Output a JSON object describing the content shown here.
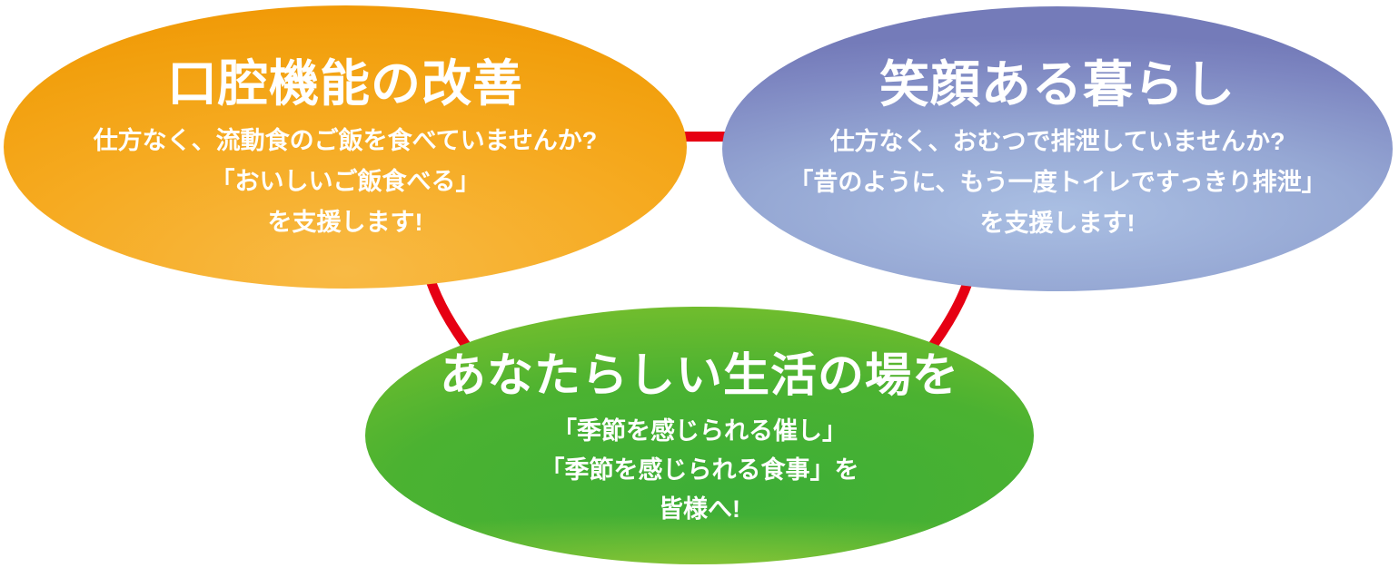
{
  "diagram": {
    "description": "Three care-support concept bubbles linked by a red ring",
    "colors": {
      "ring_red": "#e60013",
      "orange_main": "#f5a71d",
      "orange_edge": "#ef9300",
      "orange_highlight": "#f8ba45",
      "blue_main": "#8c9ccd",
      "blue_edge": "#747bb9",
      "blue_highlight": "#aabfe3",
      "green_main": "#4bb231",
      "green_edge": "#83c32e",
      "green_dark": "#3dae37",
      "text": "#ffffff"
    },
    "bubbles": [
      {
        "id": "oral-function",
        "title": "口腔機能の改善",
        "lines": [
          "仕方なく、流動食のご飯を食べていませんか?",
          "「おいしいご飯食べる」",
          "を支援します!"
        ]
      },
      {
        "id": "smile-life",
        "title": "笑顔ある暮らし",
        "lines": [
          "仕方なく、おむつで排泄していませんか?",
          "「昔のように、もう一度トイレですっきり排泄」",
          "を支援します!"
        ]
      },
      {
        "id": "your-own-place",
        "title": "あなたらしい生活の場を",
        "lines": [
          "「季節を感じられる催し」",
          "「季節を感じられる食事」を",
          "皆様へ!"
        ]
      }
    ]
  }
}
